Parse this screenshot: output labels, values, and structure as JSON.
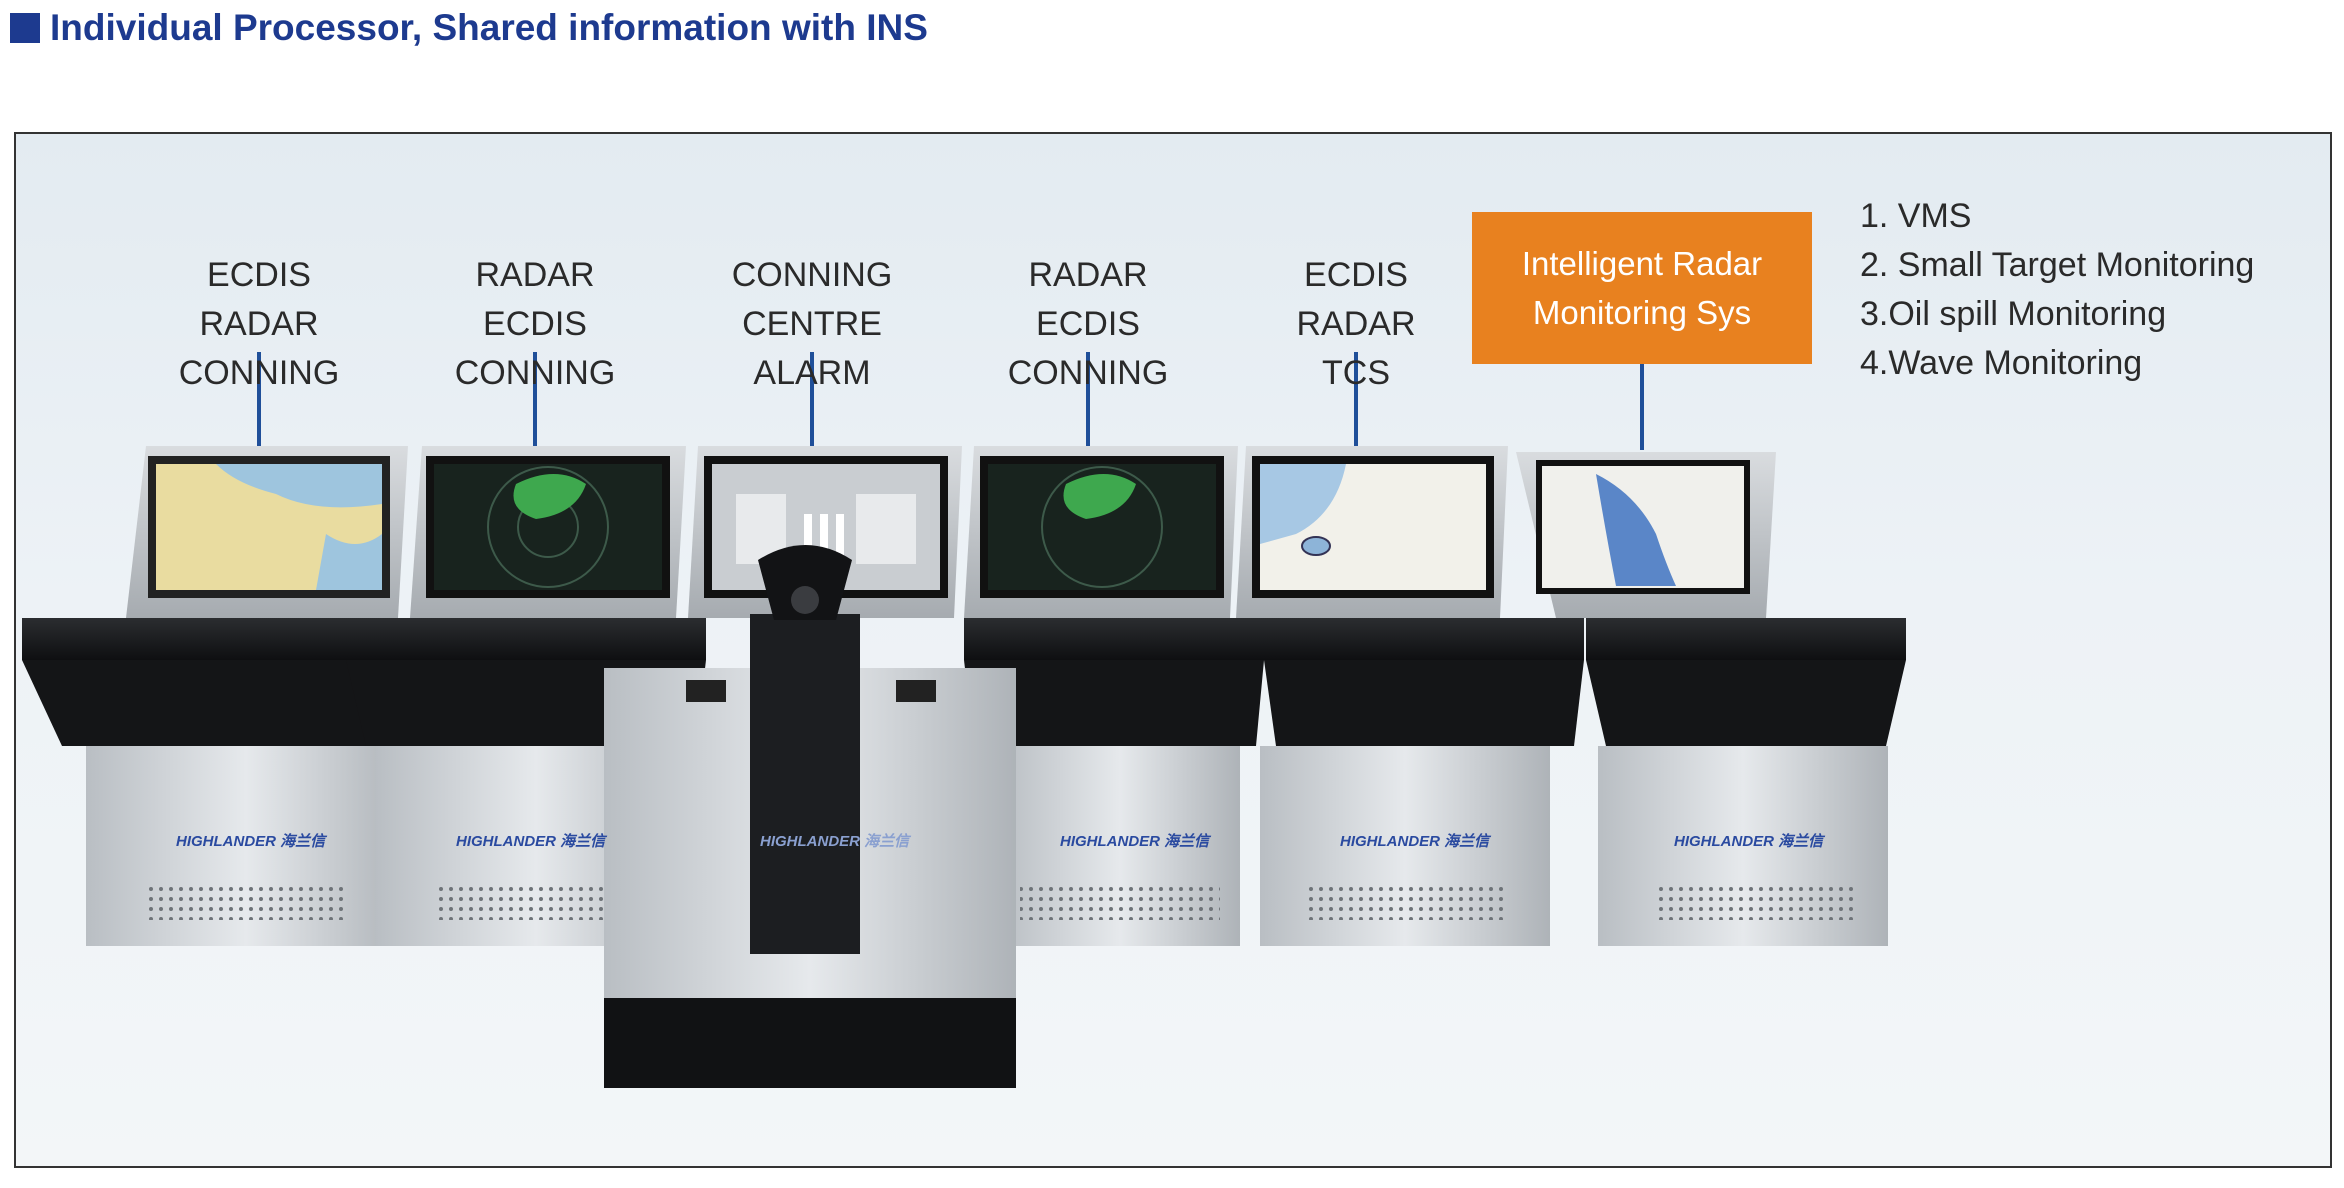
{
  "title": "Individual Processor, Shared information with INS",
  "consoles": [
    {
      "lines": [
        "ECDIS",
        "RADAR",
        "CONNING"
      ],
      "screen": "chart"
    },
    {
      "lines": [
        "RADAR",
        "ECDIS",
        "CONNING"
      ],
      "screen": "radar"
    },
    {
      "lines": [
        "CONNING",
        "CENTRE",
        "ALARM"
      ],
      "screen": "conning"
    },
    {
      "lines": [
        "RADAR",
        "ECDIS",
        "CONNING"
      ],
      "screen": "radar"
    },
    {
      "lines": [
        "ECDIS",
        "RADAR",
        "TCS"
      ],
      "screen": "sea-chart"
    }
  ],
  "monitoring_box": {
    "line1": "Intelligent Radar",
    "line2": "Monitoring Sys",
    "color": "#e8811f"
  },
  "features": [
    "1. VMS",
    "2. Small Target Monitoring",
    "3.Oil spill Monitoring",
    "4.Wave Monitoring"
  ],
  "brand": {
    "name": "HIGHLANDER",
    "chinese": "海兰信"
  },
  "colors": {
    "title": "#1d3a8f",
    "connector": "#1f4f99",
    "frame": "#333333"
  }
}
